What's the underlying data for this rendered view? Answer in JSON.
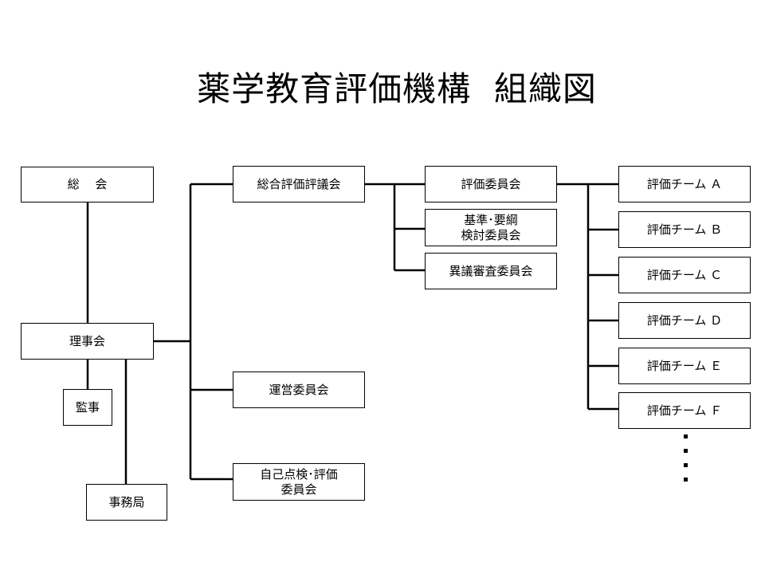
{
  "title": {
    "main": "薬学教育評価機構",
    "sub": "組織図"
  },
  "nodes": {
    "general_assembly": "総　 会",
    "board": "理事会",
    "auditor": "監事",
    "secretariat": "事務局",
    "council": "総合評価評議会",
    "steering": "運営委員会",
    "self_assessment": [
      "自己点検･評価",
      "委員会"
    ],
    "evaluation_committee": "評価委員会",
    "standards_committee": [
      "基準･要綱",
      "検討委員会"
    ],
    "appeals_committee": "異議審査委員会",
    "teams": [
      "評価チーム Ａ",
      "評価チーム Ｂ",
      "評価チーム Ｃ",
      "評価チーム Ｄ",
      "評価チーム Ｅ",
      "評価チーム Ｆ"
    ]
  },
  "more_indicator": "vertical-ellipsis"
}
